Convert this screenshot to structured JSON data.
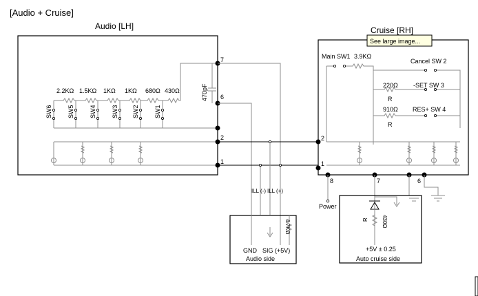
{
  "title": "[Audio + Cruise]",
  "audio": {
    "header": "Audio [LH]",
    "resistors": [
      "2.2KΩ",
      "1.5KΩ",
      "1KΩ",
      "1KΩ",
      "680Ω",
      "430Ω"
    ],
    "switches": [
      "SW6",
      "SW5",
      "SW4",
      "SW3",
      "SW2",
      "SW1"
    ],
    "capacitor": "470pF",
    "pins": {
      "p7": "7",
      "p6": "6",
      "p2": "2",
      "p1": "1"
    }
  },
  "cruise": {
    "header": "Cruise [RH]",
    "main_sw": "Main SW1",
    "main_res": "3.9KΩ",
    "cancel": "Cancel SW 2",
    "set_res": "220Ω",
    "set_sw": "-SET SW 3",
    "res_res": "910Ω",
    "res_sw": "RES+ SW 4",
    "r1": "R",
    "r2": "R",
    "pins": {
      "p2": "2",
      "p1": "1",
      "p8": "8",
      "p7": "7",
      "p6": "6"
    }
  },
  "tooltip": "See large image...",
  "lines": {
    "ill_minus": "ILL (-)",
    "ill_plus": "ILL (+)"
  },
  "audio_side": {
    "res": "4.7KΩ",
    "gnd": "GND",
    "sig": "SIG (+5V)",
    "caption": "Audio side"
  },
  "power": "Power",
  "cruise_side": {
    "r": "R",
    "res": "430Ω",
    "supply": "+5V ± 0.25",
    "caption": "Auto cruise side"
  }
}
